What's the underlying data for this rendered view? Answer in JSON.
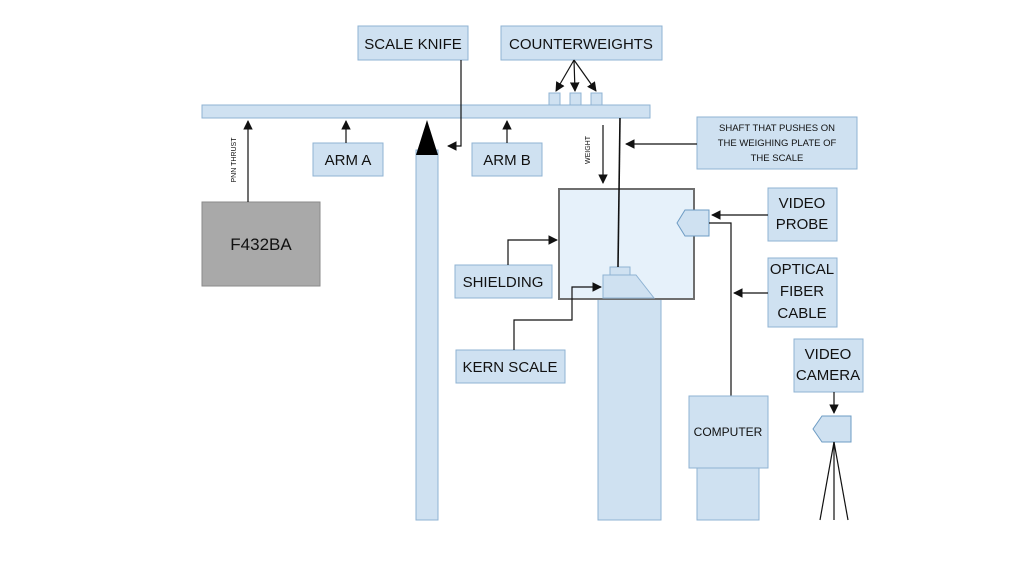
{
  "colors": {
    "box_fill": "#cfe1f1",
    "box_stroke": "#8fb3d3",
    "shielding_fill": "#e6f1fa",
    "shielding_stroke": "#6e6e6e",
    "thruster_fill": "#a9a9a9",
    "line": "#111111"
  },
  "labels": {
    "scale_knife": "SCALE KNIFE",
    "counterweights": "COUNTERWEIGHTS",
    "pnn_thrust": "PNN THRUST",
    "arm_a": "ARM A",
    "arm_b": "ARM B",
    "weight": "WEIGHT",
    "shaft_line1": "SHAFT THAT PUSHES ON",
    "shaft_line2": "THE WEIGHING PLATE OF",
    "shaft_line3": "THE SCALE",
    "thruster": "F432BA",
    "video_probe_line1": "VIDEO",
    "video_probe_line2": "PROBE",
    "shielding": "SHIELDING",
    "optical_line1": "OPTICAL",
    "optical_line2": "FIBER",
    "optical_line3": "CABLE",
    "kern_scale": "KERN SCALE",
    "video_camera_line1": "VIDEO",
    "video_camera_line2": "CAMERA",
    "computer": "COMPUTER"
  }
}
